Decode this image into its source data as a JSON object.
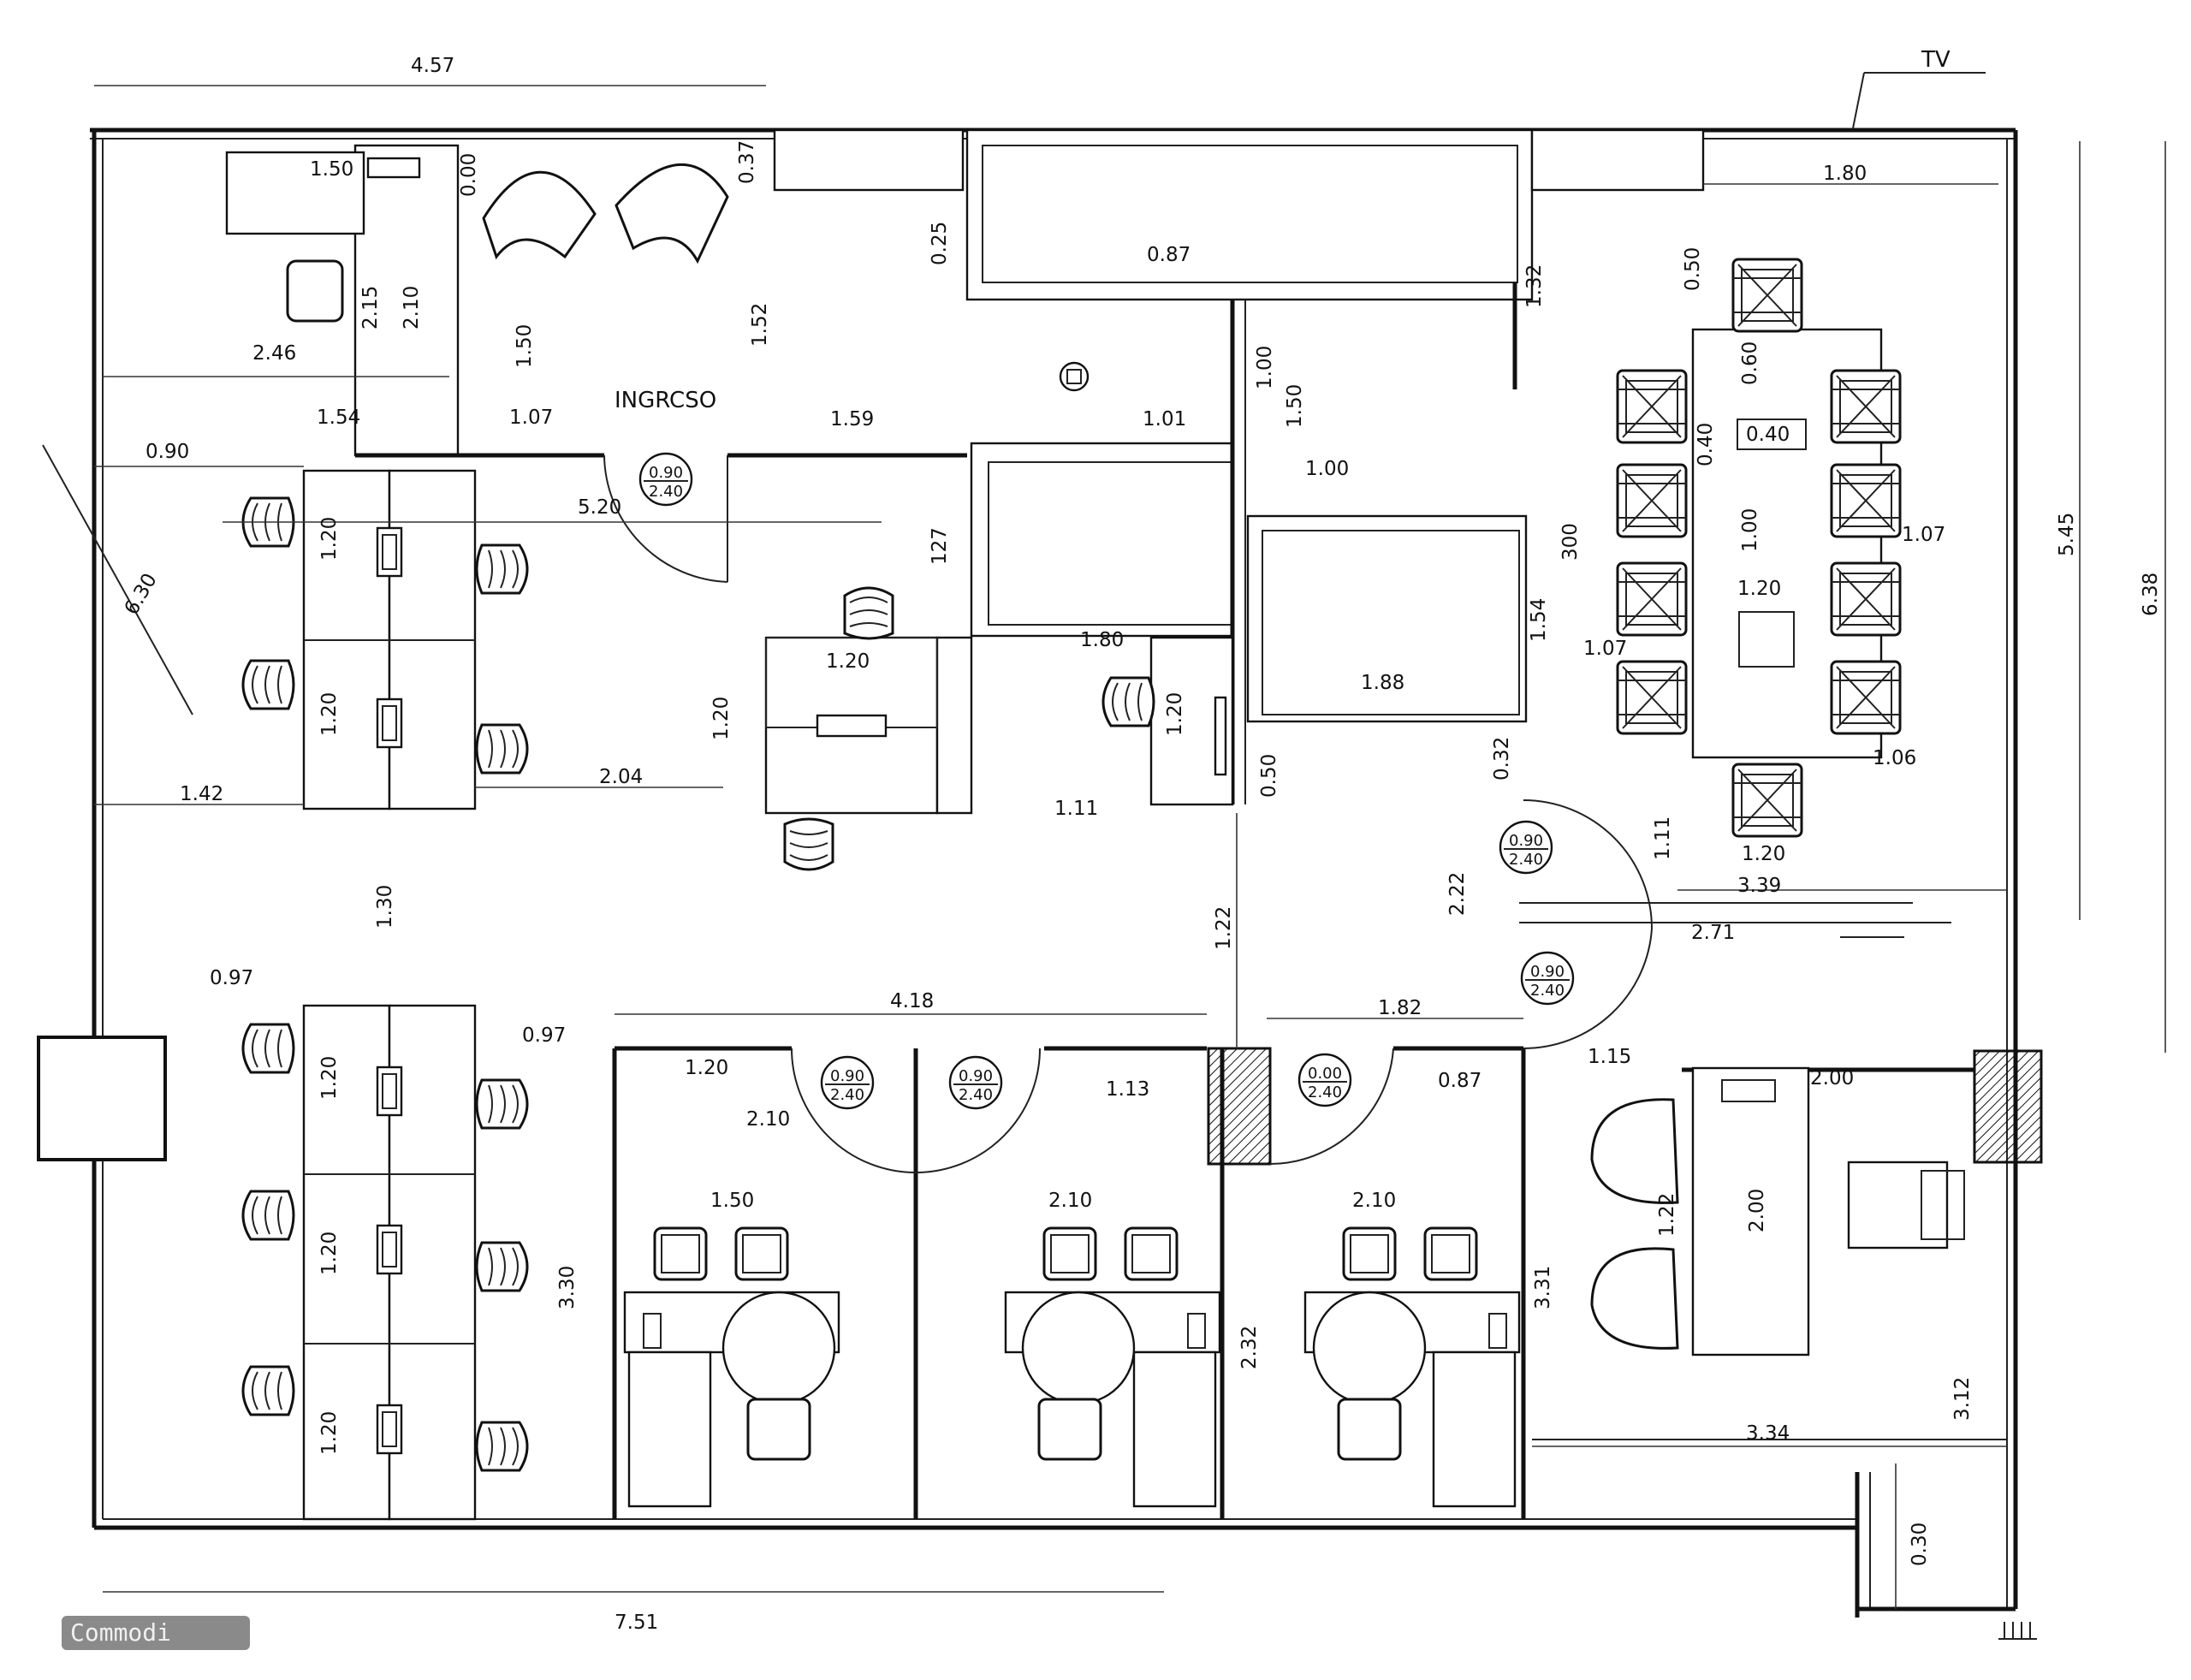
{
  "labels": {
    "tv": "TV",
    "entrance": "INGRCSO"
  },
  "dimensions": {
    "d_4_57": "4.57",
    "d_1_50_a": "1.50",
    "d_0_00": "0.00",
    "d_0_37": "0.37",
    "d_1_80_a": "1.80",
    "d_2_15": "2.15",
    "d_2_10_a": "2.10",
    "d_1_50_b": "1.50",
    "d_1_52": "1.52",
    "d_0_25": "0.25",
    "d_0_87_a": "0.87",
    "d_1_32": "1.32",
    "d_0_50_a": "0.50",
    "d_2_46": "2.46",
    "d_1_54_a": "1.54",
    "d_1_07_a": "1.07",
    "d_0_90": "0.90",
    "d_1_59": "1.59",
    "d_1_01": "1.01",
    "d_1_00_a": "1.00",
    "d_1_50_c": "1.50",
    "d_1_00_b": "1.00",
    "d_5_20": "5.20",
    "d_6_30": "6.30",
    "d_1_20_a": "1.20",
    "d_1_20_b": "1.20",
    "d_127": "127",
    "d_1_20_c": "1.20",
    "d_1_80_b": "1.80",
    "d_1_20_d": "1.20",
    "d_1_20_e": "1.20",
    "d_1_88": "1.88",
    "d_1_54_b": "1.54",
    "d_300": "300",
    "d_0_60": "0.60",
    "d_0_40_a": "0.40",
    "d_0_40_b": "0.40",
    "d_1_00_c": "1.00",
    "d_1_07_b": "1.07",
    "d_1_20_f": "1.20",
    "d_1_07_c": "1.07",
    "d_1_06": "1.06",
    "d_5_45": "5.45",
    "d_6_38": "6.38",
    "d_1_42": "1.42",
    "d_2_04": "2.04",
    "d_1_11_a": "1.11",
    "d_0_50_b": "0.50",
    "d_0_32": "0.32",
    "d_1_11_b": "1.11",
    "d_1_20_g": "1.20",
    "d_3_39": "3.39",
    "d_1_30": "1.30",
    "d_1_22_a": "1.22",
    "d_2_22": "2.22",
    "d_2_71": "2.71",
    "d_0_97_a": "0.97",
    "d_4_18": "4.18",
    "d_1_82": "1.82",
    "d_0_97_b": "0.97",
    "d_1_20_h": "1.20",
    "d_1_13": "1.13",
    "d_0_87_b": "0.87",
    "d_1_15": "1.15",
    "d_2_00_a": "2.00",
    "d_1_20_i": "1.20",
    "d_2_10_b": "2.10",
    "d_1_50_d": "1.50",
    "d_2_10_c": "2.10",
    "d_2_10_d": "2.10",
    "d_1_22_b": "1.22",
    "d_2_00_b": "2.00",
    "d_1_20_j": "1.20",
    "d_3_30": "3.30",
    "d_2_32": "2.32",
    "d_3_31": "3.31",
    "d_3_12": "3.12",
    "d_3_34": "3.34",
    "d_1_20_k": "1.20",
    "d_0_30": "0.30",
    "d_7_51": "7.51"
  },
  "doors": {
    "door1": {
      "w": "0.90",
      "h": "2.40"
    },
    "door2": {
      "w": "0.90",
      "h": "2.40"
    },
    "door3": {
      "w": "0.90",
      "h": "2.40"
    },
    "door4": {
      "w": "0.90",
      "h": "2.40"
    },
    "door5": {
      "w": "0.90",
      "h": "2.40"
    },
    "door6": {
      "w": "0.00",
      "h": "2.40"
    }
  },
  "watermark": "Commodi"
}
